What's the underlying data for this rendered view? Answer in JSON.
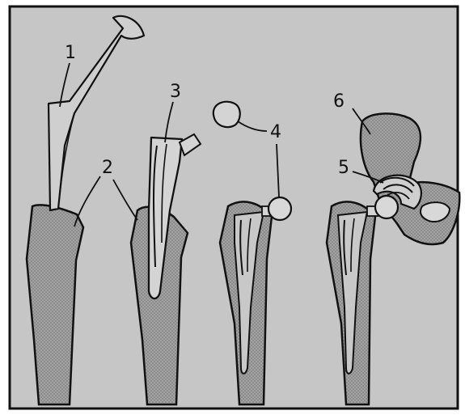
{
  "labels": {
    "l1": "1",
    "l2": "2",
    "l3": "3",
    "l4": "4",
    "l5": "5",
    "l6": "6"
  },
  "colors": {
    "panel": "#c6c6c6",
    "bone": "#9e9e9e",
    "dots": "#7a7a7a",
    "ink": "#111111",
    "implant": "#d2d2d2",
    "background": "#ffffff"
  }
}
